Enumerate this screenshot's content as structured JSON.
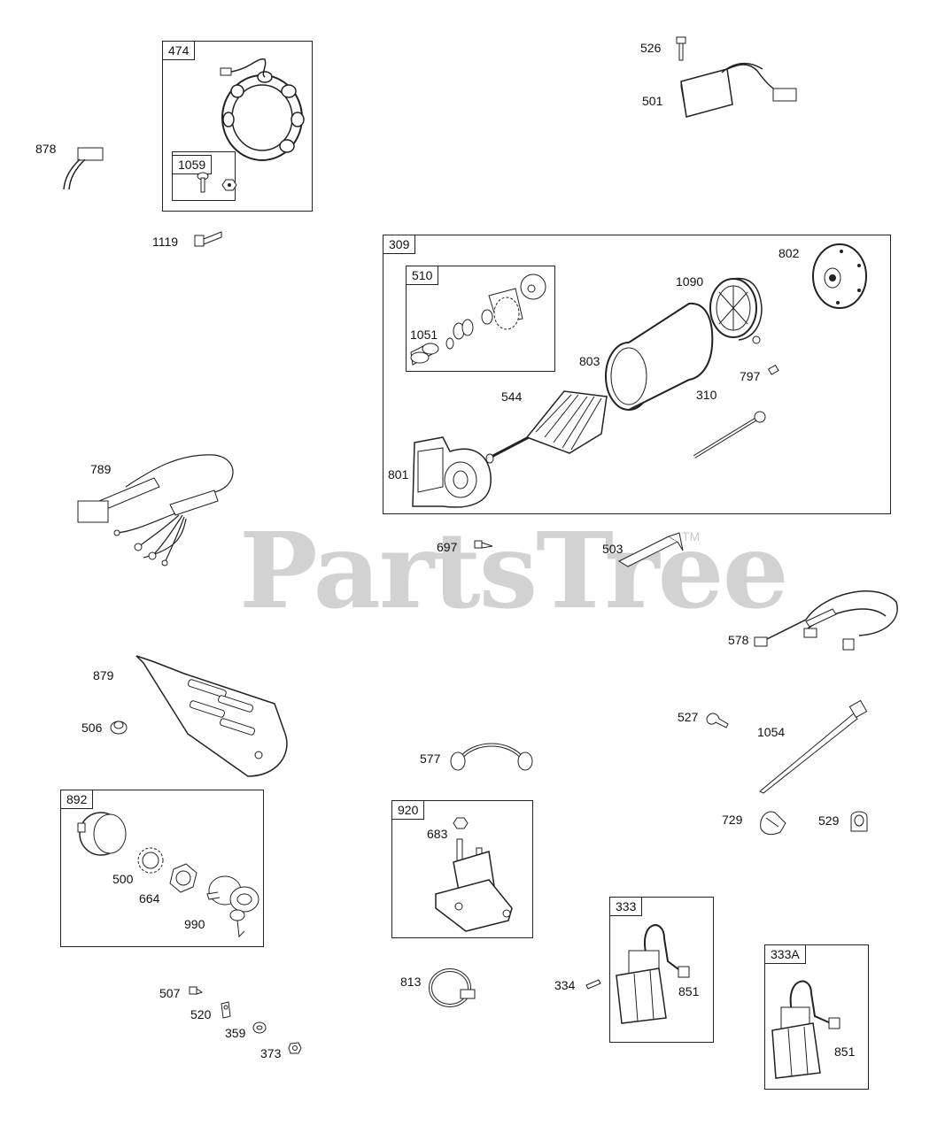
{
  "watermark": {
    "text": "PartsTree",
    "tm": "TM"
  },
  "boxes": {
    "b474": "474",
    "b1059": "1059",
    "b309": "309",
    "b510": "510",
    "b892": "892",
    "b920": "920",
    "b333": "333",
    "b333A": "333A"
  },
  "callouts": {
    "p526": "526",
    "p501": "501",
    "p878": "878",
    "p1119": "1119",
    "p802": "802",
    "p1090": "1090",
    "p1051": "1051",
    "p803": "803",
    "p797": "797",
    "p544": "544",
    "p310": "310",
    "p801": "801",
    "p789": "789",
    "p697": "697",
    "p503": "503",
    "p578": "578",
    "p879": "879",
    "p506": "506",
    "p527": "527",
    "p1054": "1054",
    "p577": "577",
    "p729": "729",
    "p529": "529",
    "p683": "683",
    "p500": "500",
    "p664": "664",
    "p990": "990",
    "p507": "507",
    "p520": "520",
    "p359": "359",
    "p373": "373",
    "p813": "813",
    "p334": "334",
    "p851a": "851",
    "p851b": "851"
  }
}
